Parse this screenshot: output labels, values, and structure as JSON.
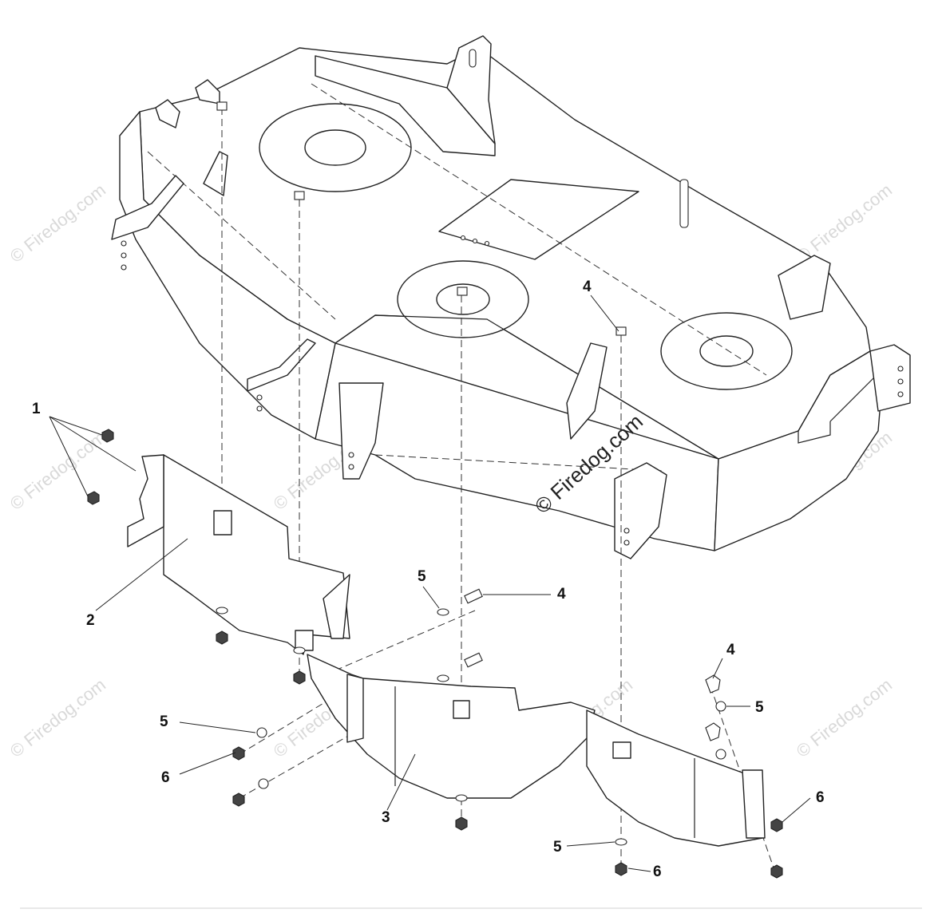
{
  "watermark": {
    "main": "© Firedog.com",
    "repeat": "© Firedog.com"
  },
  "callouts": [
    {
      "id": "c1",
      "label": "1"
    },
    {
      "id": "c2",
      "label": "2"
    },
    {
      "id": "c3",
      "label": "3"
    },
    {
      "id": "c4a",
      "label": "4"
    },
    {
      "id": "c4b",
      "label": "4"
    },
    {
      "id": "c4c",
      "label": "4"
    },
    {
      "id": "c5a",
      "label": "5"
    },
    {
      "id": "c5b",
      "label": "5"
    },
    {
      "id": "c5c",
      "label": "5"
    },
    {
      "id": "c5d",
      "label": "5"
    },
    {
      "id": "c6a",
      "label": "6"
    },
    {
      "id": "c6b",
      "label": "6"
    },
    {
      "id": "c6c",
      "label": "6"
    }
  ]
}
